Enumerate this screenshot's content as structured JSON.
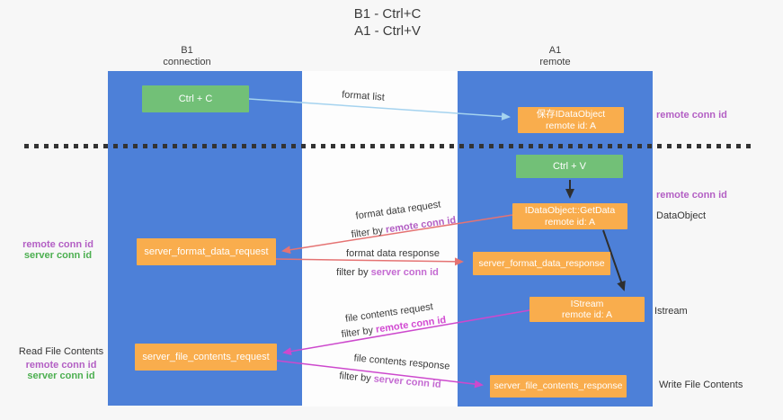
{
  "title": {
    "line1": "B1 - Ctrl+C",
    "line2": "A1 - Ctrl+V"
  },
  "columns": {
    "left": {
      "name": "B1",
      "sub": "connection"
    },
    "right": {
      "name": "A1",
      "sub": "remote"
    }
  },
  "boxes": {
    "ctrl_c": "Ctrl + C",
    "ctrl_v": "Ctrl + V",
    "save_idataobject": {
      "line1": "保存IDataObject",
      "line2": "remote id: A"
    },
    "getdata": {
      "line1": "IDataObject::GetData",
      "line2": "remote id: A"
    },
    "istream": {
      "line1": "IStream",
      "line2": "remote id: A"
    },
    "server_format_data_request": "server_format_data_request",
    "server_format_data_response": "server_format_data_response",
    "server_file_contents_request": "server_file_contents_request",
    "server_file_contents_response": "server_file_contents_response"
  },
  "labels": {
    "remote_conn_id": "remote conn id",
    "server_conn_id": "server conn id",
    "filter_by": "filter by ",
    "dataobject": "DataObject",
    "istream": "Istream",
    "read_file_contents": "Read File Contents",
    "write_file_contents": "Write File Contents"
  },
  "arrow_labels": {
    "format_list": "format list",
    "format_data_request": "format data request",
    "format_data_response": "format data response",
    "file_contents_request": "file contents request",
    "file_contents_response": "file contents response"
  },
  "colors": {
    "lifeline_blue": "#4d80d8",
    "box_green": "#72c077",
    "box_orange": "#f9ad4d",
    "arrow_light_blue": "#a5d3ef",
    "arrow_red": "#e57373",
    "arrow_magenta": "#cd49cd",
    "arrow_black": "#2e2e2e",
    "remote_conn_purple": "#b35fc4",
    "server_conn_green": "#4caf50",
    "filter_server_orchid": "#c46ad2",
    "filter_remote_magenta": "#d24ad2"
  }
}
